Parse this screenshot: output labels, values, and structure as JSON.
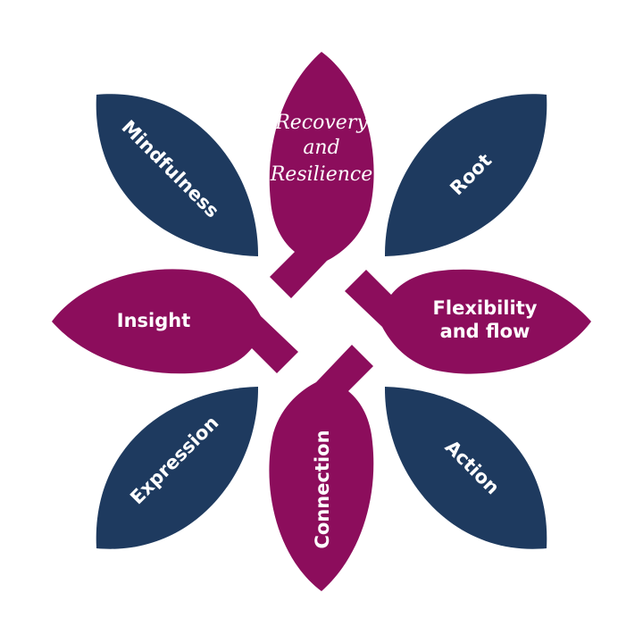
{
  "colors": {
    "navy": "#1e3a5f",
    "plum": "#8c0d5c",
    "background": "#ffffff",
    "label": "#ffffff"
  },
  "petals": {
    "recovery": {
      "line1": "Recovery",
      "line2": "and",
      "line3": "Resilience"
    },
    "root": {
      "label": "Root"
    },
    "flexibility": {
      "line1": "Flexibility",
      "line2": "and flow"
    },
    "action": {
      "label": "Action"
    },
    "connection": {
      "label": "Connection"
    },
    "expression": {
      "label": "Expression"
    },
    "insight": {
      "label": "Insight"
    },
    "mindfulness": {
      "label": "Mindfulness"
    }
  }
}
